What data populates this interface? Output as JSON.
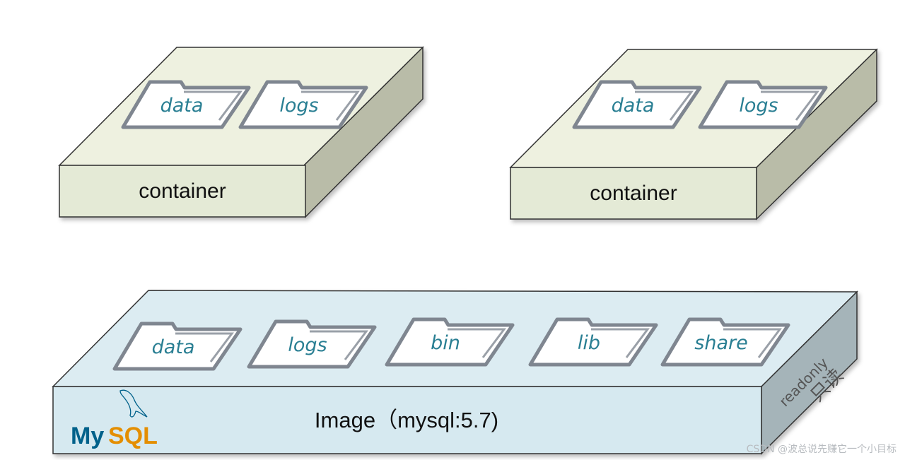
{
  "containers": [
    {
      "label": "container",
      "folders": [
        "data",
        "logs"
      ]
    },
    {
      "label": "container",
      "folders": [
        "data",
        "logs"
      ]
    }
  ],
  "image": {
    "label": "Image（mysql:5.7)",
    "folders": [
      "data",
      "logs",
      "bin",
      "lib",
      "share"
    ],
    "side_label_en": "readonly",
    "side_label_zh": "只读",
    "logo": {
      "my": "My",
      "sql": "SQL"
    }
  },
  "watermark": "CSDN @波总说先赚它一个小目标",
  "colors": {
    "container_top": "#eef1e0",
    "container_front": "#e4ead6",
    "container_side": "#b9bca8",
    "image_top": "#dcecf2",
    "image_front": "#d6e9f0",
    "image_side": "#a5b4b9",
    "folder_text": "#2a7f93",
    "mysql_blue": "#00618a",
    "mysql_orange": "#e48e00"
  }
}
